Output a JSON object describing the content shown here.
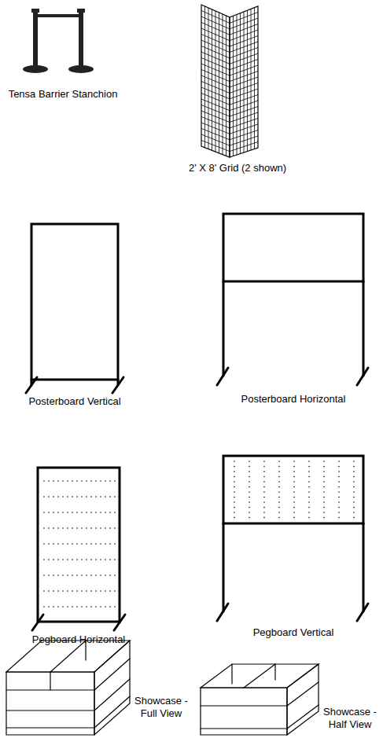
{
  "diagram": {
    "labels": [
      "Tensa Barrier Stanchion",
      "2' X 8' Grid (2 shown)",
      "Posterboard Vertical",
      "Posterboard Horizontal",
      "Pegboard Horizontal",
      "Pegboard Vertical",
      "Showcase - Full View",
      "Showcase - Half View"
    ]
  }
}
